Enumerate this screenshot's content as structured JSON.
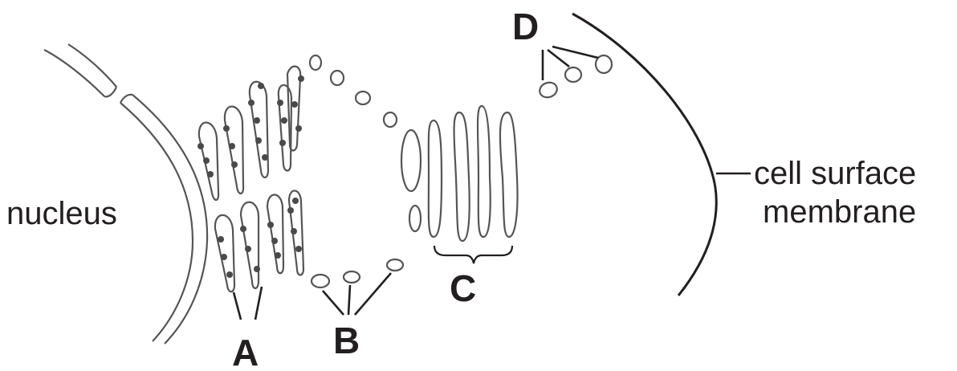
{
  "labels": {
    "nucleus": "nucleus",
    "membrane_line1": "cell surface",
    "membrane_line2": "membrane",
    "A": "A",
    "B": "B",
    "C": "C",
    "D": "D"
  },
  "colors": {
    "ink": "#231f20",
    "outline": "#555555",
    "ribosome": "#4a4a4a",
    "background": "#ffffff"
  }
}
